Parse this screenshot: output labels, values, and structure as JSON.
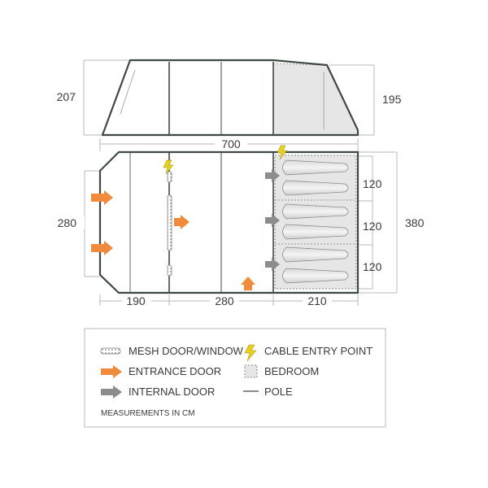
{
  "colors": {
    "outline": "#3f4a44",
    "dimension_line": "#b9b9b9",
    "entrance_arrow": "#f08a3c",
    "internal_arrow": "#8c8c8c",
    "cable_bolt": "#e6d21e",
    "bedroom_fill": "#e6e6e6",
    "sleeping_bag": "#bfbfbf"
  },
  "dimensions": {
    "side_height_left": "207",
    "side_height_right": "195",
    "total_length": "700",
    "width_left": "280",
    "width_right": "380",
    "bed_widths": [
      "120",
      "120",
      "120"
    ],
    "section_lengths": [
      "190",
      "280",
      "210"
    ]
  },
  "legend": {
    "mesh": "MESH DOOR/WINDOW",
    "entrance": "ENTRANCE DOOR",
    "internal": "INTERNAL DOOR",
    "cable": "CABLE ENTRY POINT",
    "bedroom": "BEDROOM",
    "pole": "POLE",
    "note": "MEASUREMENTS IN CM"
  },
  "icons": {
    "mesh": "mesh-pattern-icon",
    "entrance": "orange-arrow-icon",
    "internal": "grey-arrow-icon",
    "cable": "lightning-bolt-icon",
    "bedroom": "dashed-square-icon",
    "pole": "line-icon"
  }
}
